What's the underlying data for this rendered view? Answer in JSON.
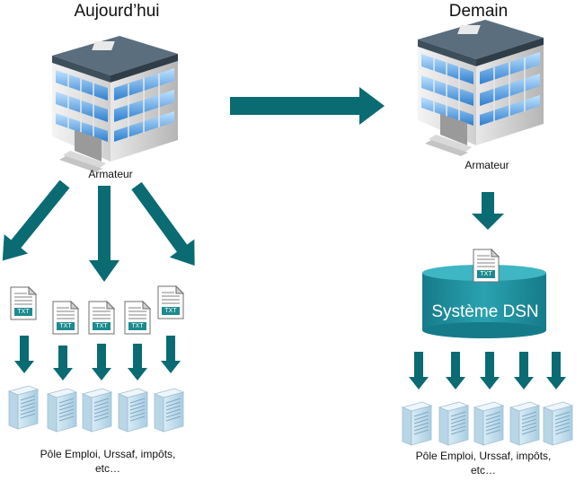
{
  "left": {
    "title": "Aujourd’hui",
    "building_label": "Armateur",
    "footer_line1": "Pôle Emploi, Urssaf, impôts,",
    "footer_line2": "etc…"
  },
  "right": {
    "title": "Demain",
    "building_label": "Armateur",
    "dsn_label": "Système DSN",
    "footer_line1": "Pôle Emploi, Urssaf, impôts,",
    "footer_line2": "etc…"
  },
  "file_icon_text": "TXT",
  "colors": {
    "arrow": "#0a6b73",
    "dsn_cylinder": "#1f8d9d",
    "building_window": "#4fa3e0"
  }
}
